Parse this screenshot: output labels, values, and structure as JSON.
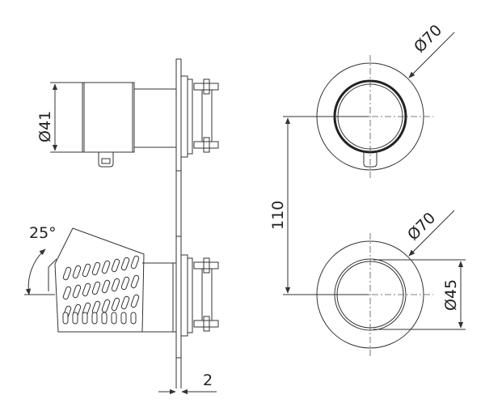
{
  "dimensions": {
    "body_diameter": "Ø41",
    "flange_top": "Ø70",
    "flange_bottom": "Ø70",
    "inner_diameter": "Ø45",
    "centre_distance": "110",
    "plate_thickness": "2",
    "tilt_angle": "25°"
  },
  "colors": {
    "line": "#333333",
    "background": "#ffffff"
  }
}
